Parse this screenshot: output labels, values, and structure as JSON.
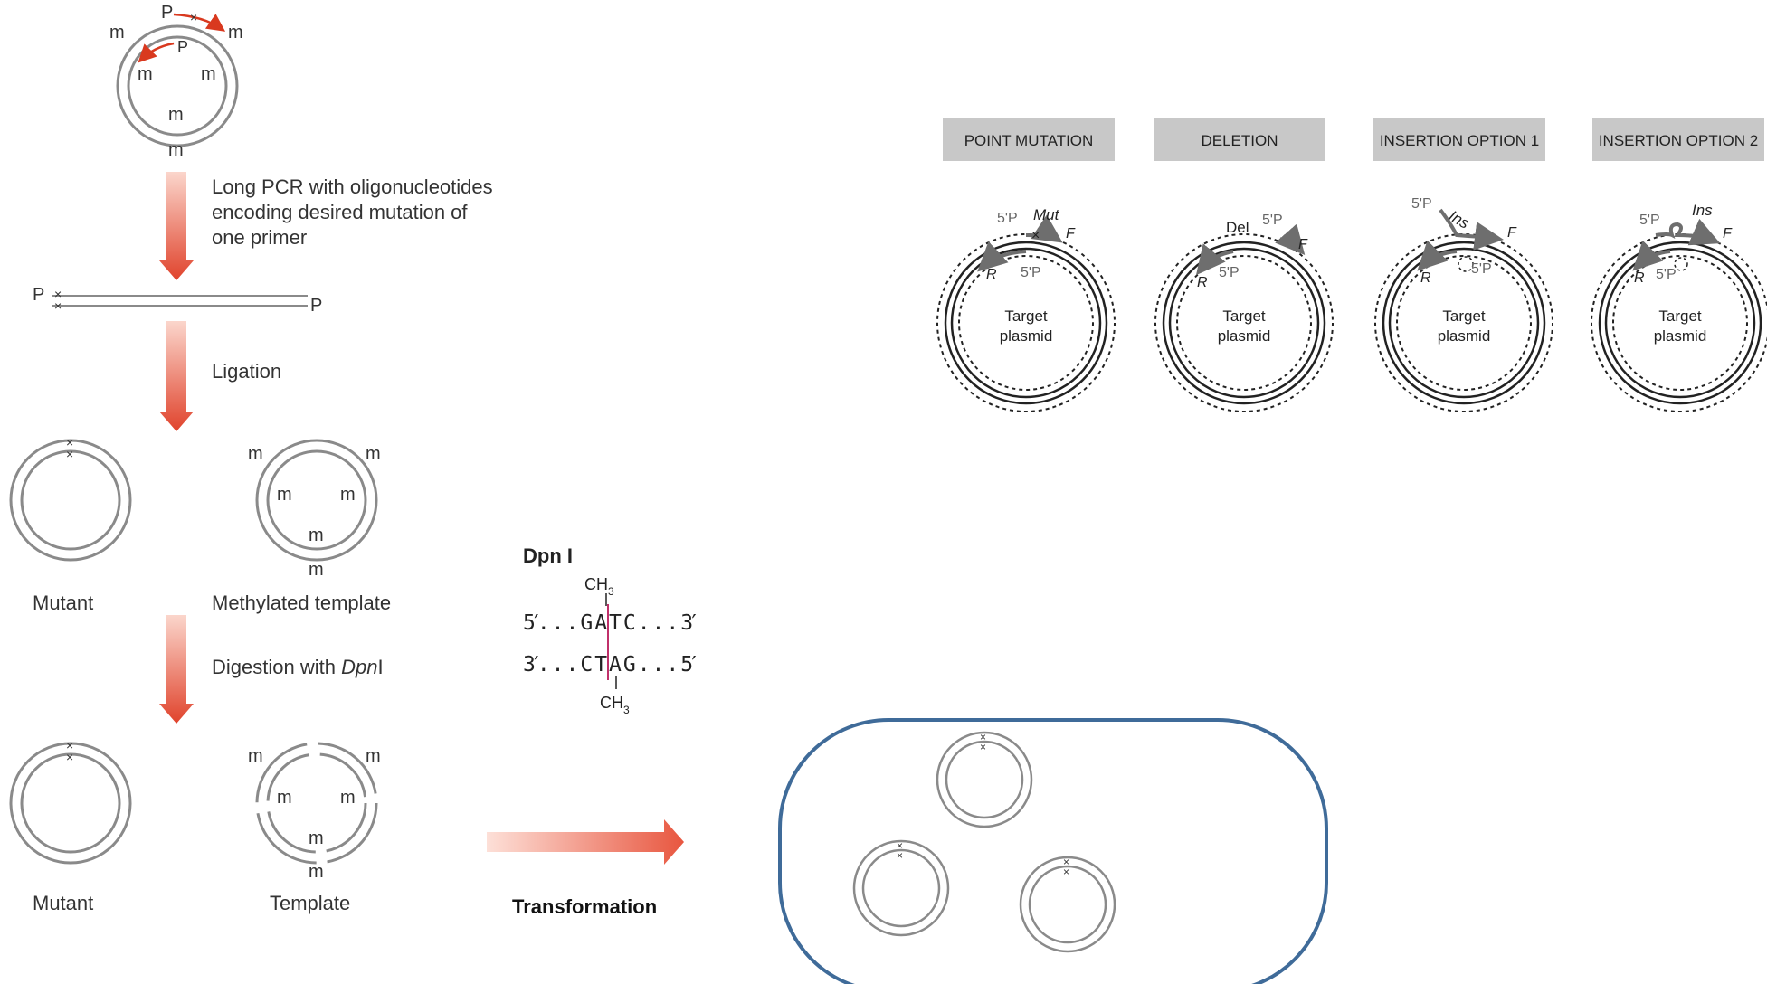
{
  "left_workflow": {
    "step1": "Long PCR with oligonucleotides",
    "step1_line2": "encoding desired mutation of",
    "step1_line3": "one primer",
    "step2": "Ligation",
    "step3_prefix": "Digestion with ",
    "step3_italic": "Dpn",
    "step3_suffix": "I",
    "mutant_label": "Mutant",
    "methylated_label": "Methylated template",
    "mutant_label_2": "Mutant",
    "template_label": "Template",
    "phosphate_symbol": "P",
    "methyl_symbol": "m",
    "mutation_mark": "×"
  },
  "dpni": {
    "title": "Dpn I",
    "methyl_top": "CH",
    "methyl_sub": "3",
    "strand_top": "5′. . . G A T C . . . 3′",
    "strand_bottom": "3′. . . C T A G . . . 5′",
    "methyl_bottom": "CH",
    "methyl_bottom_sub": "3"
  },
  "transformation": {
    "label": "Transformation"
  },
  "options": [
    {
      "header": "POINT MUTATION",
      "primer_label": "Mut",
      "forward": "F",
      "reverse": "R",
      "phos_fwd": "5'P",
      "phos_rev": "5'P",
      "target": "Target",
      "target2": "plasmid"
    },
    {
      "header": "DELETION",
      "primer_label": "Del",
      "forward": "F",
      "reverse": "R",
      "phos_fwd": "5'P",
      "phos_rev": "5'P",
      "target": "Target",
      "target2": "plasmid"
    },
    {
      "header": "INSERTION OPTION 1",
      "primer_label": "Ins",
      "forward": "F",
      "reverse": "R",
      "phos_fwd": "5'P",
      "phos_rev": "5'P",
      "target": "Target",
      "target2": "plasmid"
    },
    {
      "header": "INSERTION OPTION 2",
      "primer_label": "Ins",
      "forward": "F",
      "reverse": "R",
      "phos_fwd": "5'P",
      "phos_rev": "5'P",
      "target": "Target",
      "target2": "plasmid"
    }
  ],
  "colors": {
    "arrow_red": "#e0432c",
    "header_gray": "#c8c8c8",
    "cell_border": "#3f6b99",
    "strand": "#8a8a8a",
    "dpn_cut": "#c0306a"
  }
}
